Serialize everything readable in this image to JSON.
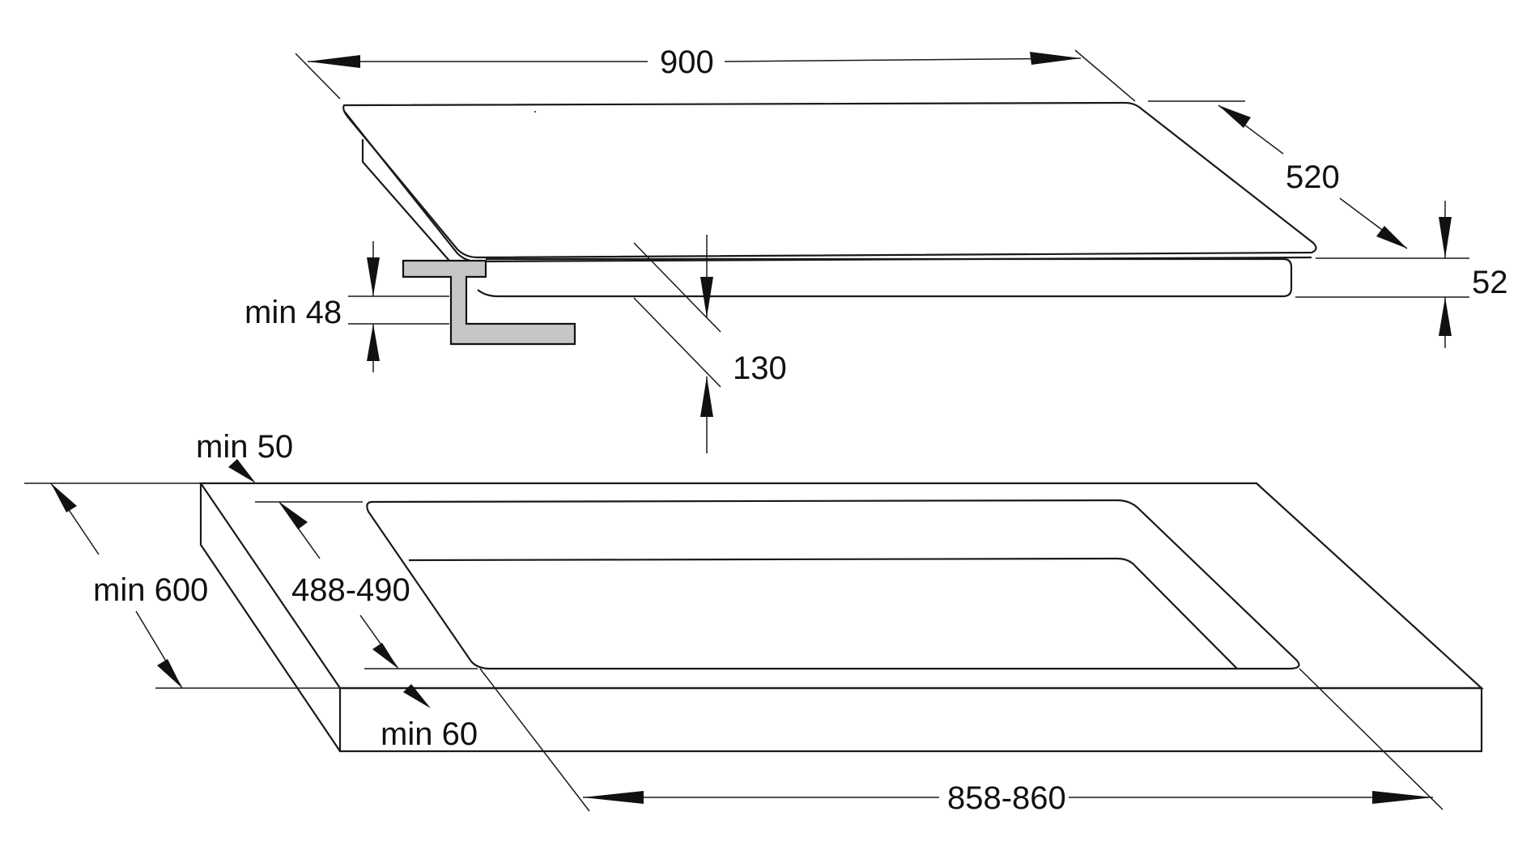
{
  "dimensions": {
    "width": "900",
    "depth": "520",
    "height": "52",
    "clearance_below": "130",
    "min_front_gap": "min 48",
    "min_rear_distance": "min 50",
    "min_worktop_depth": "min 600",
    "cutout_depth": "488-490",
    "min_front_distance": "min 60",
    "cutout_width": "858-860"
  },
  "colors": {
    "line": "#1a1a1a",
    "bracket_fill": "#c6c6c6",
    "background": "#ffffff"
  }
}
